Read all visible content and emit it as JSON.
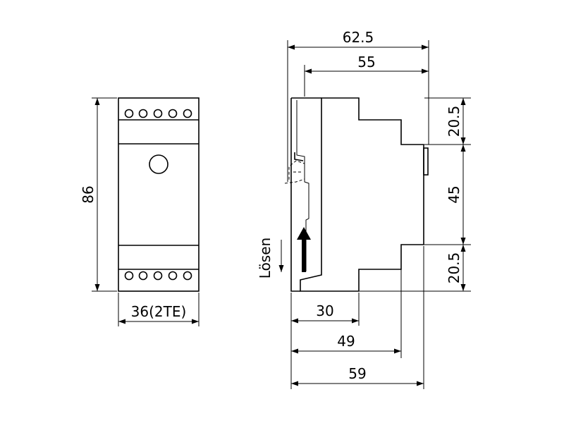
{
  "front_view": {
    "width_label": "36(2TE)",
    "height_label": "86",
    "terminal_count_top": 5,
    "terminal_count_bottom": 5
  },
  "side_view": {
    "release_label": "Lösen",
    "top_dims": [
      "62.5",
      "55"
    ],
    "right_dims": [
      "20.5",
      "45",
      "20.5"
    ],
    "bottom_dims": [
      "30",
      "49",
      "59"
    ]
  }
}
